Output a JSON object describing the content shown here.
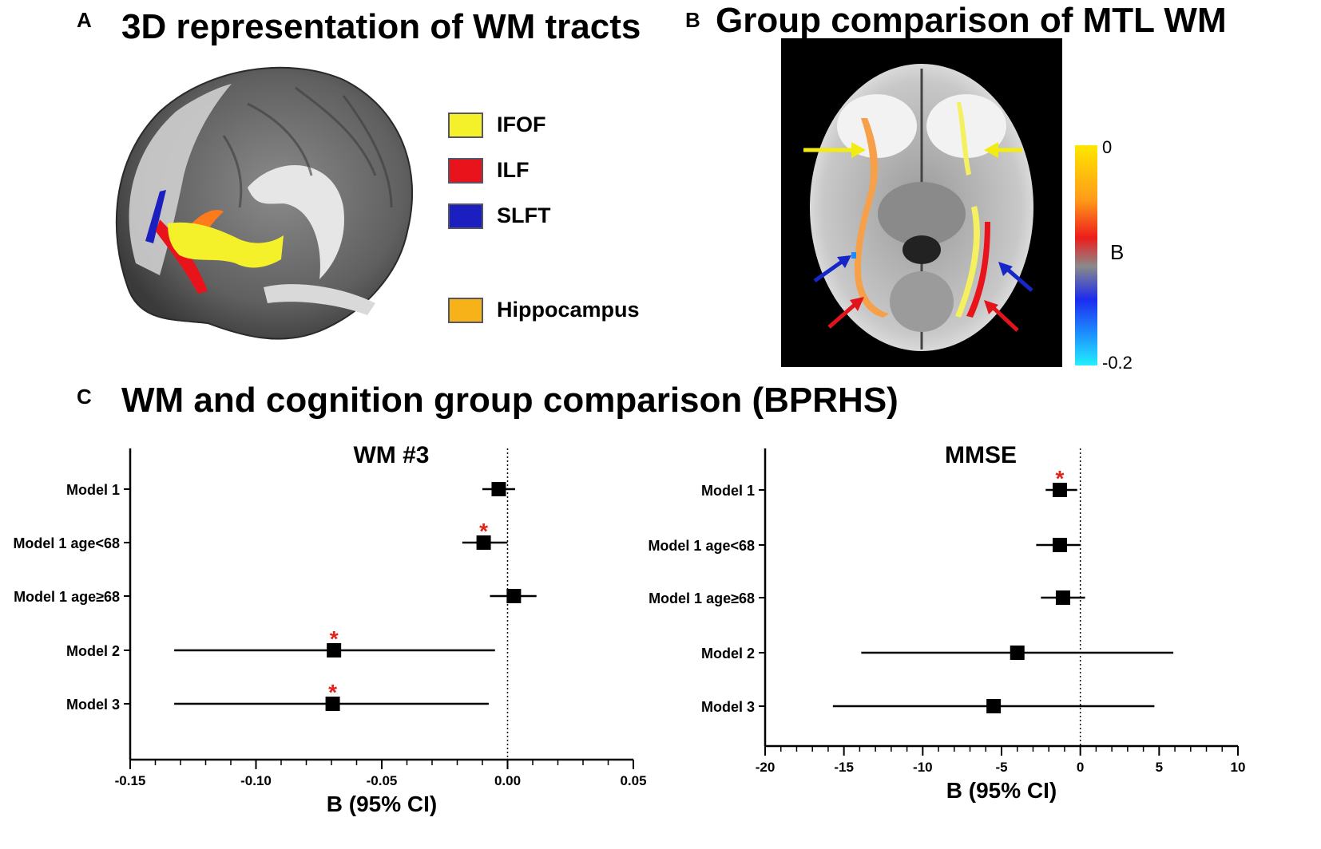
{
  "panels": {
    "a": {
      "letter": "A",
      "title": "3D representation of WM tracts"
    },
    "b": {
      "letter": "B",
      "title": "Group comparison of MTL WM"
    },
    "c": {
      "letter": "C",
      "title": "WM and cognition group comparison (BPRHS)"
    }
  },
  "tract_legend": [
    {
      "label": "IFOF",
      "color": "#f4f12a"
    },
    {
      "label": "ILF",
      "color": "#e8131b"
    },
    {
      "label": "SLFT",
      "color": "#1b1fc0"
    },
    {
      "label": "Hippocampus",
      "color": "#f7b21a"
    }
  ],
  "colorbar": {
    "max_label": "0",
    "min_label": "-0.2",
    "title": "B",
    "colors": [
      "#ffe600",
      "#ff9a1a",
      "#ee1c1c",
      "#8a8a8a",
      "#1c2bee",
      "#1d8cff",
      "#22f0ff"
    ]
  },
  "arrows": {
    "yellow": "#f2ec12",
    "blue": "#1626c8",
    "red": "#e2141b"
  },
  "significance_color": "#e2231a",
  "significance_marker": "*",
  "chart_data": [
    {
      "type": "scatter",
      "title": "WM #3",
      "xlabel": "B (95% CI)",
      "ylabel": "",
      "xlim": [
        -0.15,
        0.05
      ],
      "xticks": [
        -0.15,
        -0.1,
        -0.05,
        0.0,
        0.05
      ],
      "xtick_labels": [
        "-0.15",
        "-0.10",
        "-0.05",
        "0.00",
        "0.05"
      ],
      "reference_line": 0,
      "categories": [
        "Model 1",
        "Model 1 age<68",
        "Model 1 age≥68",
        "Model 2",
        "Model 3"
      ],
      "estimates": [
        -0.0035,
        -0.0095,
        0.0025,
        -0.069,
        -0.0695
      ],
      "ci_low": [
        -0.01,
        -0.018,
        -0.007,
        -0.1325,
        -0.1325
      ],
      "ci_high": [
        0.003,
        0.0,
        0.0115,
        -0.005,
        -0.0075
      ],
      "significant": [
        false,
        true,
        false,
        true,
        true
      ]
    },
    {
      "type": "scatter",
      "title": "MMSE",
      "xlabel": "B (95% CI)",
      "ylabel": "",
      "xlim": [
        -20,
        10
      ],
      "xticks": [
        -20,
        -15,
        -10,
        -5,
        0,
        5,
        10
      ],
      "xtick_labels": [
        "-20",
        "-15",
        "-10",
        "-5",
        "0",
        "5",
        "10"
      ],
      "reference_line": 0,
      "categories": [
        "Model 1",
        "Model 1 age<68",
        "Model 1 age≥68",
        "Model 2",
        "Model 3"
      ],
      "estimates": [
        -1.3,
        -1.3,
        -1.1,
        -4.0,
        -5.5
      ],
      "ci_low": [
        -2.2,
        -2.8,
        -2.5,
        -13.9,
        -15.7
      ],
      "ci_high": [
        -0.2,
        0.0,
        0.3,
        5.9,
        4.7
      ],
      "significant": [
        true,
        false,
        false,
        false,
        false
      ]
    }
  ]
}
